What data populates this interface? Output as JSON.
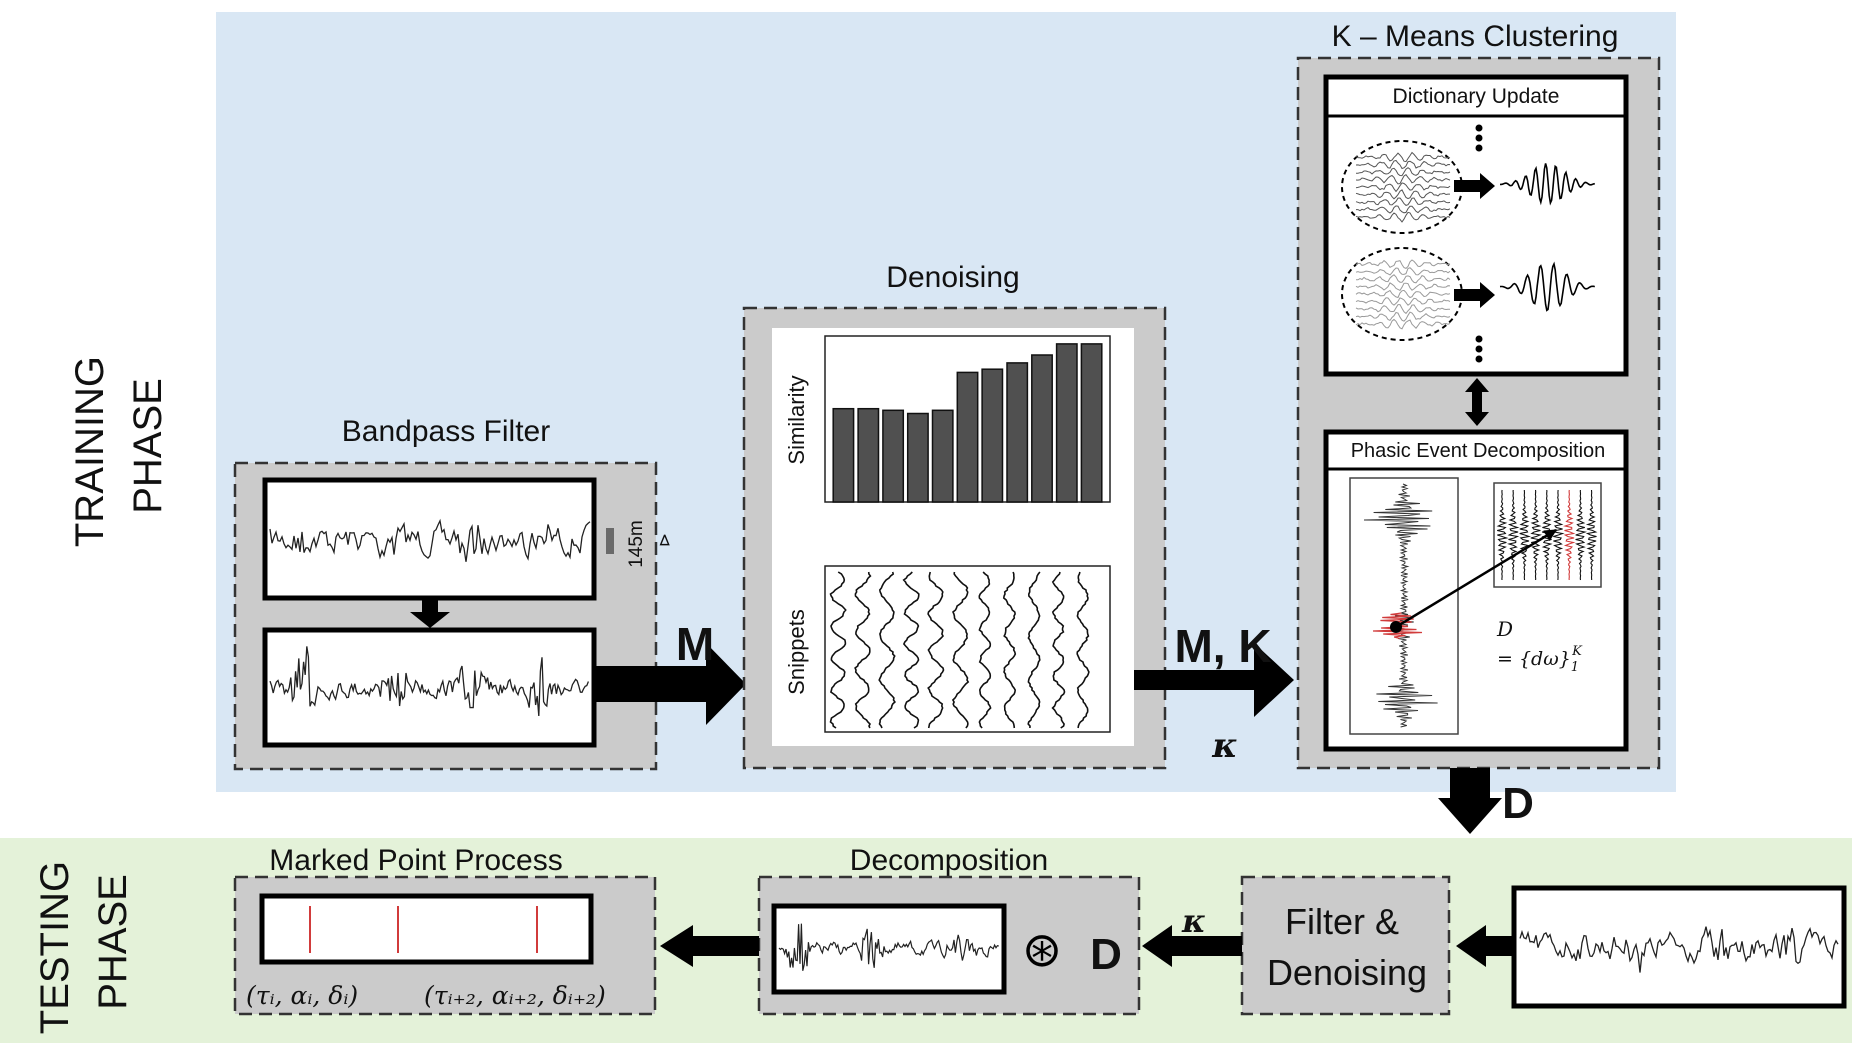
{
  "training": {
    "phase_label_line1": "TRAINING",
    "phase_label_line2": "PHASE",
    "bandpass_title": "Bandpass Filter",
    "scale_label": "145m",
    "scale_marker": "⊳",
    "arrow1_label": "M",
    "denoising_title": "Denoising",
    "similarity_ylabel": "Similarity",
    "snippets_ylabel": "Snippets",
    "arrow2_label": "M, K",
    "kappa_label": "κ",
    "kmeans_title": "K – Means Clustering",
    "dictionary_update_title": "Dictionary Update",
    "phasic_title": "Phasic Event Decomposition",
    "dict_eq_line1": "D",
    "dict_eq_line2": "= {dω}",
    "dict_eq_sub": "1",
    "dict_eq_sup": "K",
    "d_arrow_label": "D"
  },
  "testing": {
    "phase_label_line1": "TESTING",
    "phase_label_line2": "PHASE",
    "mpp_title": "Marked Point Process",
    "mpp_caption_left": "(τᵢ, αᵢ, δᵢ)",
    "mpp_caption_right": "(τᵢ₊₂, αᵢ₊₂, δᵢ₊₂)",
    "decomposition_title": "Decomposition",
    "convolution_symbol": "⊛",
    "dictionary_symbol": "D",
    "kappa_label": "κ",
    "filter_line1": "Filter &",
    "filter_line2": "Denoising"
  },
  "chart_data": {
    "type": "bar",
    "ylabel": "Similarity",
    "values": [
      0.59,
      0.59,
      0.58,
      0.56,
      0.58,
      0.82,
      0.84,
      0.88,
      0.93,
      1.0,
      1.0
    ],
    "ylim": [
      0,
      1.05
    ]
  },
  "colors": {
    "training_bg": "#d9e7f4",
    "testing_bg": "#e4f2d9",
    "panel_gray": "#cbcbcb",
    "bar_fill": "#505050",
    "event_red": "#d13b3b"
  }
}
